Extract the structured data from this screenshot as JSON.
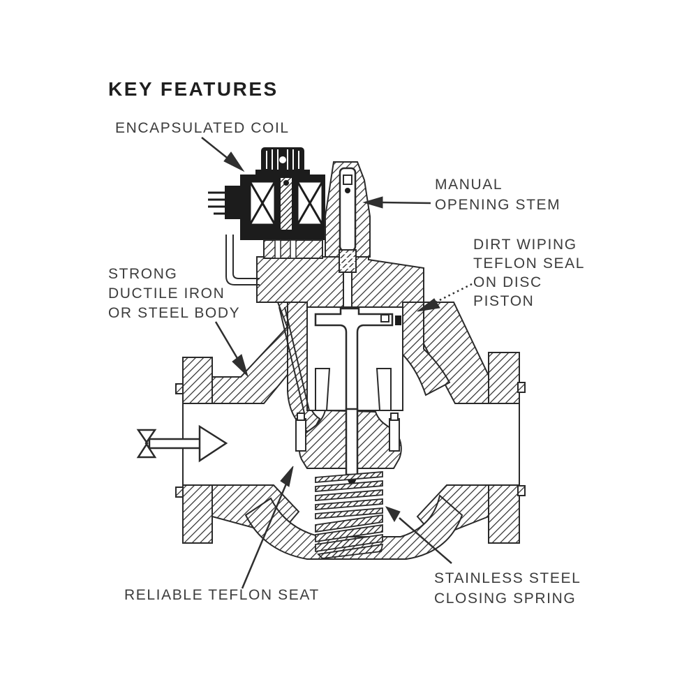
{
  "page": {
    "background_color": "#ffffff",
    "ink_color": "#2a2a2a",
    "label_color": "#3c3c3c"
  },
  "title": "KEY FEATURES",
  "labels": {
    "encapsulated_coil": {
      "lines": [
        "ENCAPSULATED COIL"
      ]
    },
    "manual_opening_stem": {
      "lines": [
        "MANUAL",
        "OPENING STEM"
      ]
    },
    "dirt_wiping_seal": {
      "lines": [
        "DIRT WIPING",
        "TEFLON SEAL",
        "ON DISC",
        "PISTON"
      ]
    },
    "strong_body": {
      "lines": [
        "STRONG",
        "DUCTILE IRON",
        "OR STEEL BODY"
      ]
    },
    "teflon_seat": {
      "lines": [
        "RELIABLE TEFLON SEAT"
      ]
    },
    "closing_spring": {
      "lines": [
        "STAINLESS STEEL",
        "CLOSING SPRING"
      ]
    }
  },
  "icons": {
    "flow_arrow": "flow-direction-arrow"
  }
}
